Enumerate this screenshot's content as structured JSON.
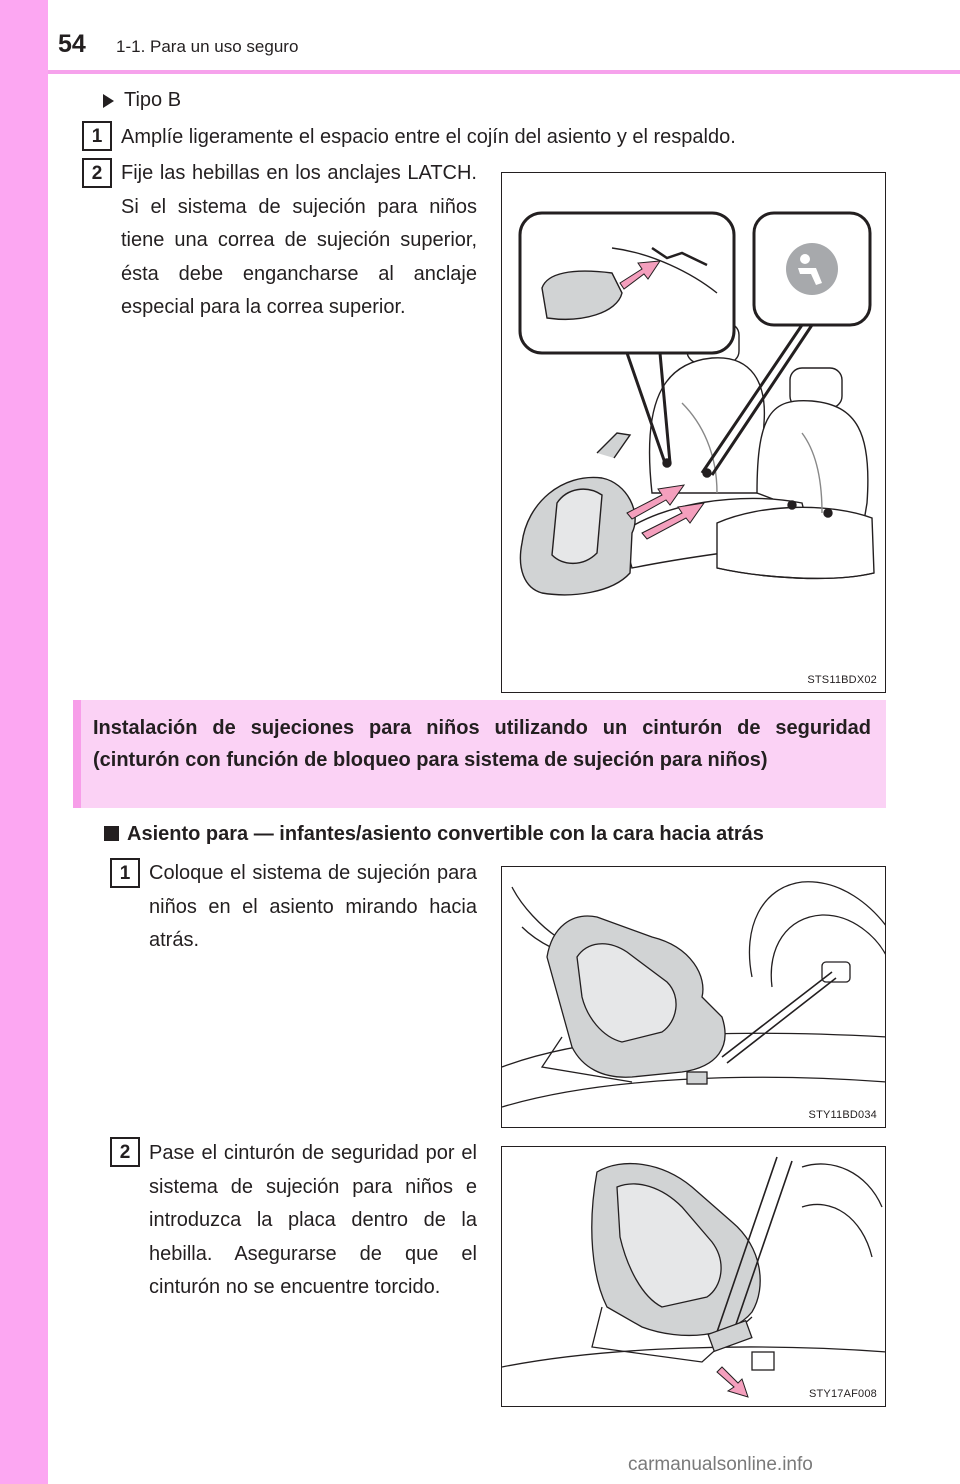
{
  "header": {
    "page_number": "54",
    "section": "1-1. Para un uso seguro"
  },
  "type_b": {
    "title": "Tipo B",
    "step1_number": "1",
    "step1_text": "Amplíe ligeramente el espacio entre el cojín del asiento y el respaldo.",
    "step2_number": "2",
    "step2_text": "Fije las hebillas en los anclajes LATCH. Si el sistema de sujeción para niños tiene una correa de sujeción superior, ésta debe engancharse al anclaje especial para la correa superior.",
    "figure_code": "STS11BDX02"
  },
  "belt_section": {
    "title": "Instalación de sujeciones para niños utilizando un cinturón de seguridad (cinturón con función de bloqueo para sistema de sujeción para niños)",
    "subheading": "Asiento para — infantes/asiento convertible con la cara hacia atrás",
    "step1_number": "1",
    "step1_text": "Coloque el sistema de sujeción para niños en el asiento mirando hacia atrás.",
    "figure1_code": "STY11BD034",
    "step2_number": "2",
    "step2_text": "Pase el cinturón de seguridad por el sistema de sujeción para niños e introduzca la placa dentro de la hebilla. Asegurarse de que el cinturón no se encuentre torcido.",
    "figure2_code": "STY17AF008"
  },
  "footer": {
    "watermark": "carmanualsonline.info"
  },
  "colors": {
    "side_strip": "#fca7f2",
    "header_rule": "#f6a2ec",
    "section_fill": "#fbd2f5",
    "section_bar": "#f79ee9",
    "arrow_pink": "#f49fbd",
    "figure_gray": "#a7a9ac"
  },
  "icons": {
    "child_seat_anchor": "child-seat-icon",
    "bullet": "triangle-bullet-icon"
  }
}
